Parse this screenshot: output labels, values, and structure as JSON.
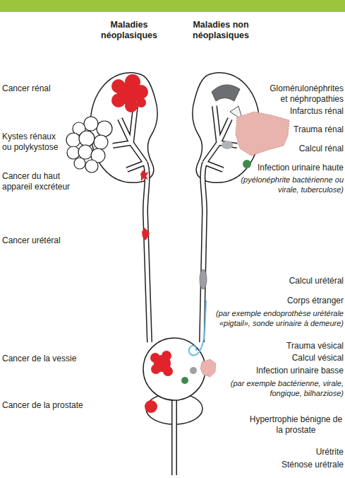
{
  "diagram": {
    "labels": [
      "Maladies néoplasiques",
      "Maladies non néoplasiques",
      "Cancer rénal",
      "Kystes rénaux ou polykystose",
      "Cancer du haut appareil excréteur",
      "Cancer urétéral",
      "Cancer de la vessie",
      "Cancer de la prostate",
      "Glomérulonéphrites et néphropathies",
      "Infarctus rénal",
      "Trauma rénal",
      "Calcul rénal",
      "Infection urinaire haute",
      "(pyélonéphrite bactérienne ou virale, tuberculose)",
      "Calcul urétéral",
      "Corps étranger",
      "(par exemple endoprothèse urétérale «pigtail», sonde urinaire à demeure)",
      "Trauma vésical",
      "Calcul vésical",
      "Infection urinaire basse",
      "(par exemple bactérienne, virale, fongique, bilharziose)",
      "Hypertrophie bénigne de la prostate",
      "Urétrite",
      "Sténose urétrale"
    ]
  }
}
